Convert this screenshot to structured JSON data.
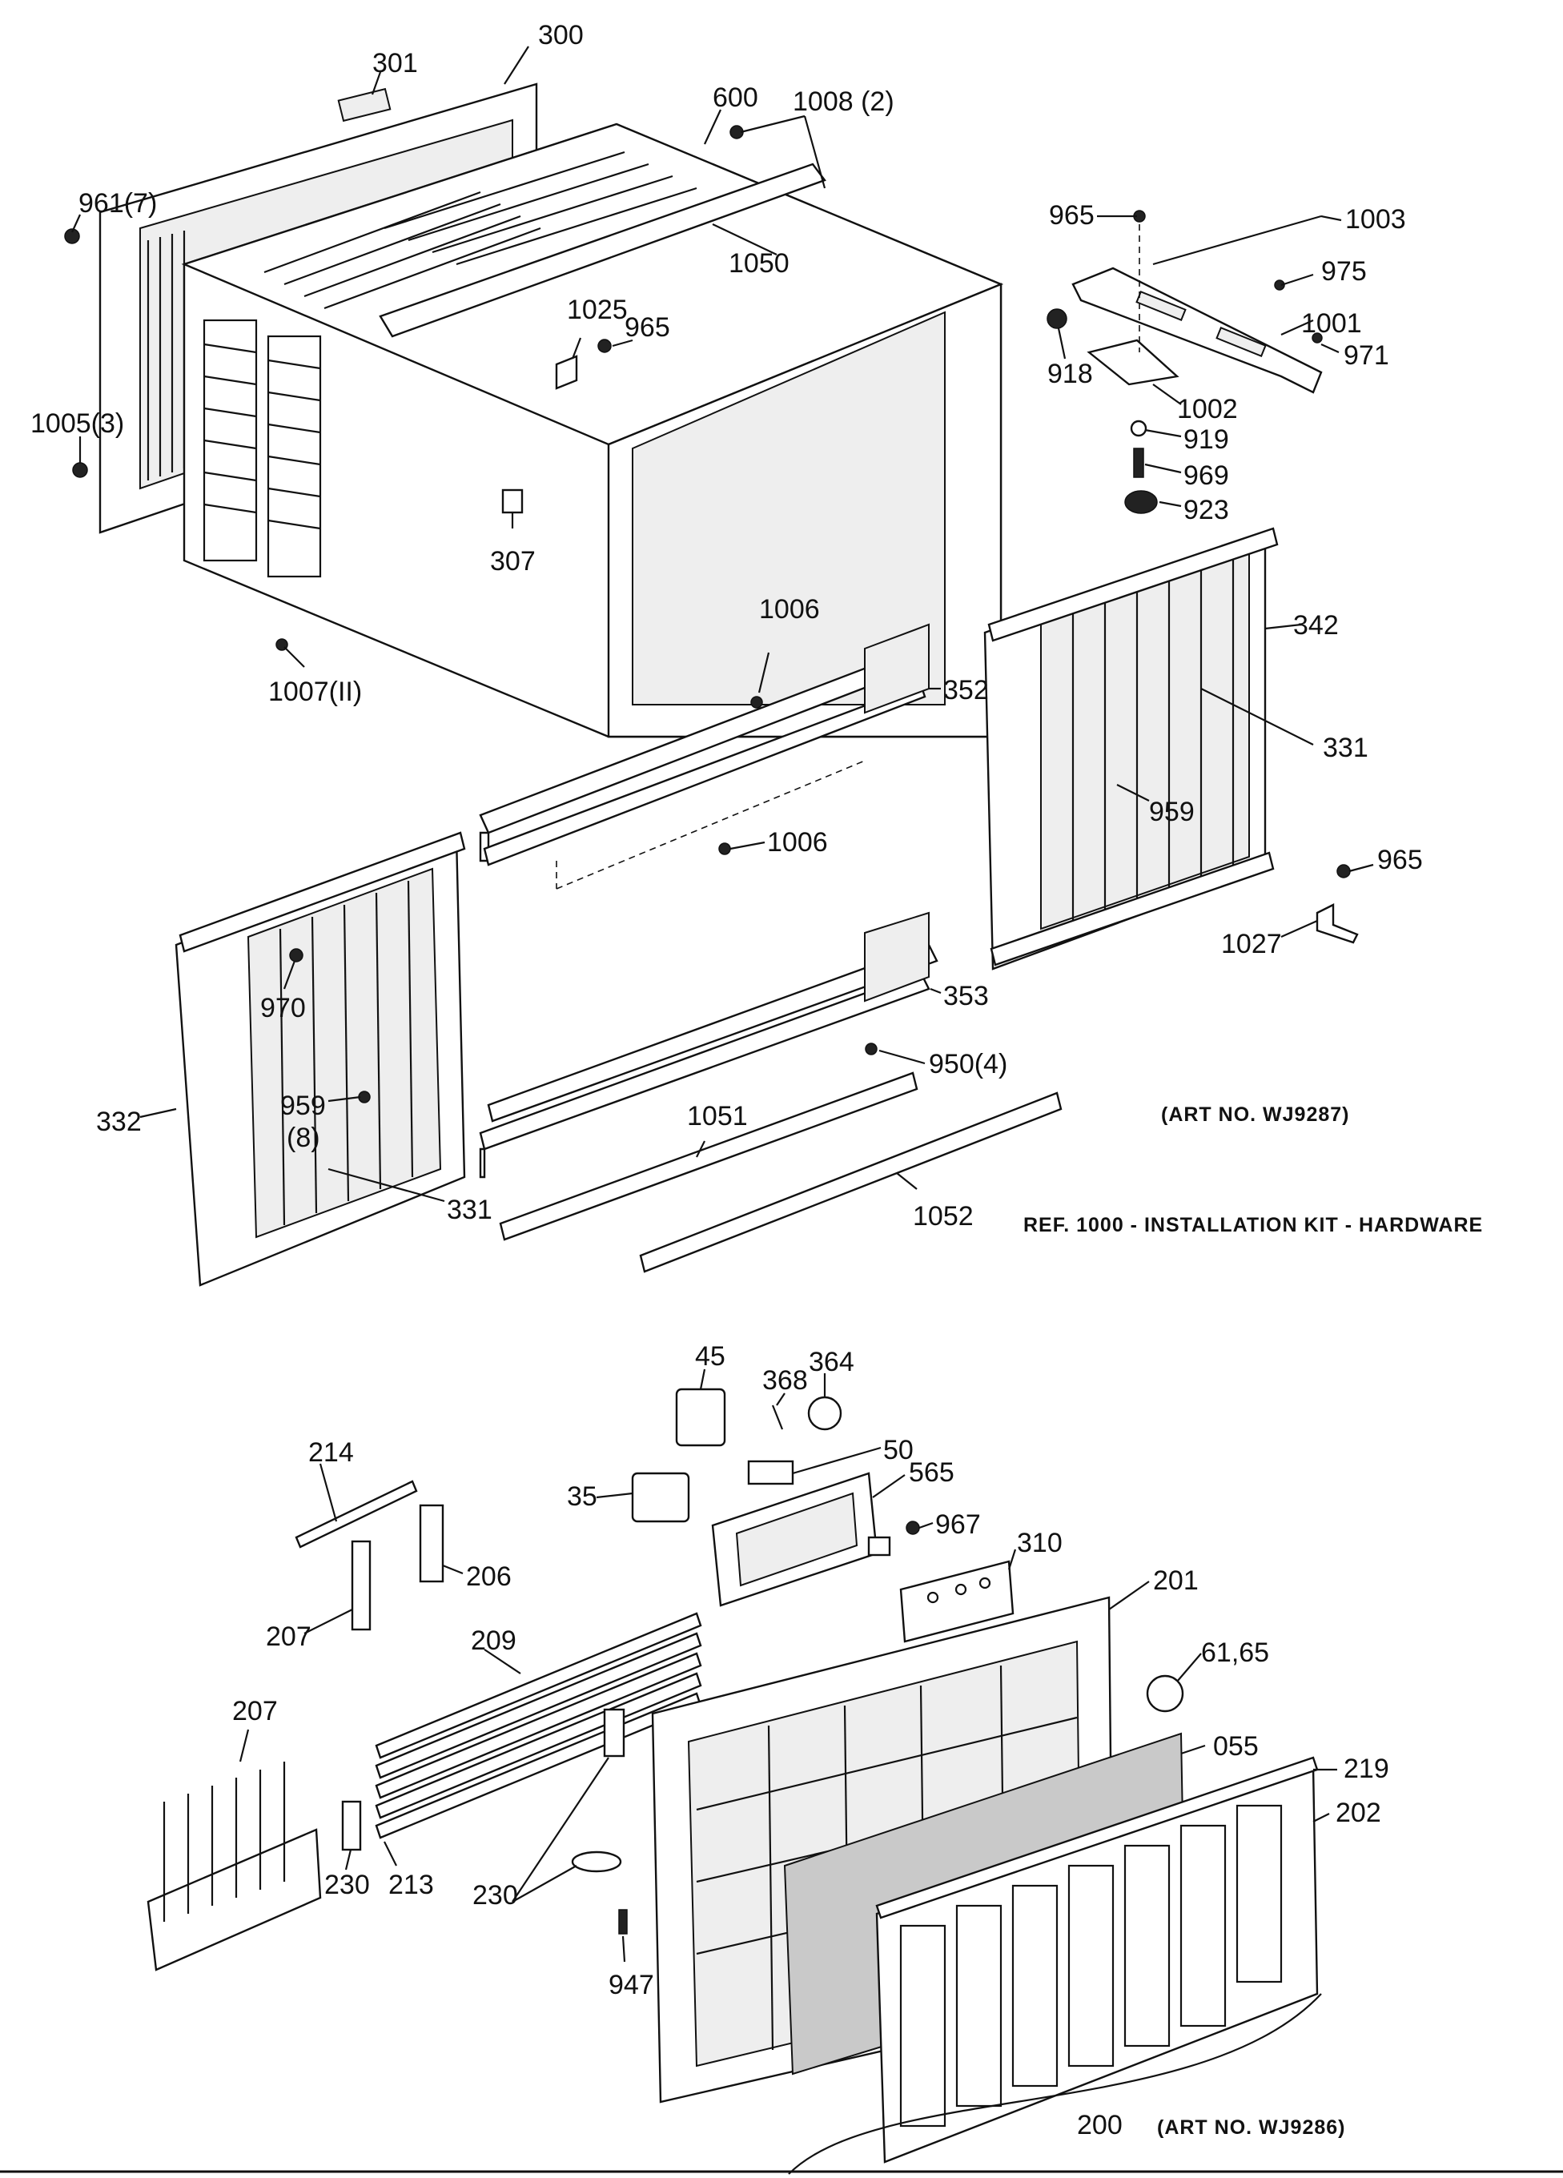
{
  "labels": {
    "l300": "300",
    "l301": "301",
    "l600": "600",
    "l1008": "1008 (2)",
    "l961": "961(7)",
    "l1050": "1050",
    "l1005": "1005(3)",
    "l1025": "1025",
    "l965a": "965",
    "l307": "307",
    "l1007": "1007(II)",
    "l965b": "965",
    "l1003": "1003",
    "l975": "975",
    "l1001": "1001",
    "l971": "971",
    "l918": "918",
    "l1002": "1002",
    "l919": "919",
    "l969": "969",
    "l923": "923",
    "l342": "342",
    "l331a": "331",
    "l959a": "959",
    "l965c": "965",
    "l1027": "1027",
    "l1006a": "1006",
    "l352": "352",
    "l1006b": "1006",
    "l353": "353",
    "l950": "950(4)",
    "l1051": "1051",
    "l1052": "1052",
    "l970": "970",
    "l959b": "959",
    "l8": "(8)",
    "l332": "332",
    "l331b": "331",
    "l45": "45",
    "l368": "368",
    "l364": "364",
    "l50": "50",
    "l35": "35",
    "l565": "565",
    "l967": "967",
    "l310": "310",
    "l214": "214",
    "l206": "206",
    "l207a": "207",
    "l209": "209",
    "l201": "201",
    "l6165": "61,65",
    "l055": "055",
    "l219": "219",
    "l202": "202",
    "l207b": "207",
    "l230a": "230",
    "l213": "213",
    "l230b": "230",
    "l947": "947",
    "l200": "200"
  },
  "captions": {
    "art_top": "(ART NO. WJ9287)",
    "ref_kit": "REF. 1000 - INSTALLATION KIT - HARDWARE",
    "art_bottom": "(ART NO. WJ9286)"
  }
}
